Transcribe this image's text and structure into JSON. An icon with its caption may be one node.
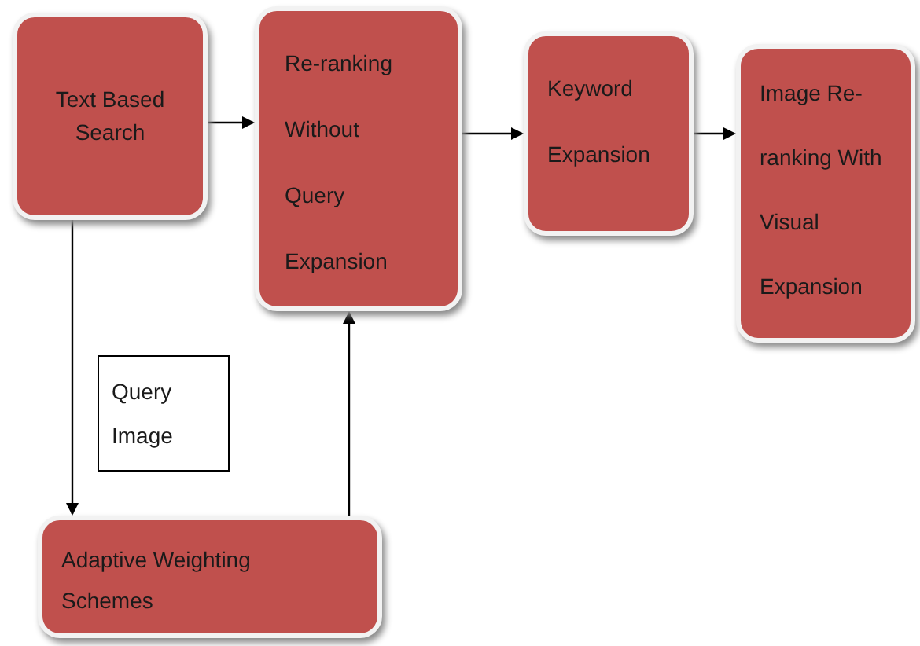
{
  "diagram": {
    "nodes": [
      {
        "text": [
          "Text Based Search"
        ]
      },
      {
        "text": [
          "Re-ranking Without Query Expansion"
        ]
      },
      {
        "text": [
          "Keyword Expansion"
        ]
      },
      {
        "text": [
          "Image Re-ranking With Visual Expansion"
        ]
      },
      {
        "text": [
          "Query Image"
        ]
      },
      {
        "text": [
          "Adaptive Weighting Schemes"
        ]
      }
    ],
    "edges": [
      {
        "from": 0,
        "to": 1,
        "arrow": "to"
      },
      {
        "from": 1,
        "to": 2,
        "arrow": "to"
      },
      {
        "from": 2,
        "to": 3,
        "arrow": "to"
      },
      {
        "from": 0,
        "to": 5,
        "arrow": "to"
      },
      {
        "from": 5,
        "to": 1,
        "arrow": "to"
      }
    ]
  }
}
